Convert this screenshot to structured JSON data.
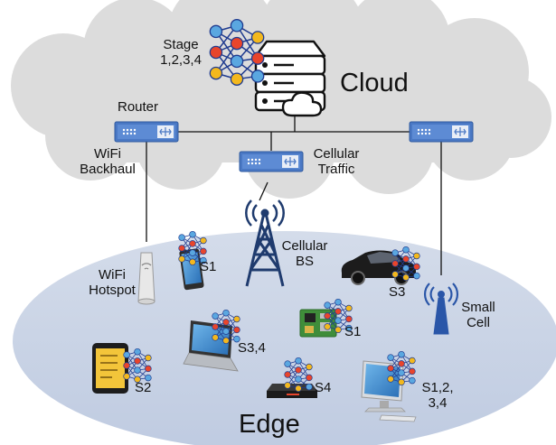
{
  "cloud_label": "Cloud",
  "edge_label": "Edge",
  "stage_label": [
    "Stage",
    "1,2,3,4"
  ],
  "router_label": "Router",
  "wifi_backhaul_label": [
    "WiFi",
    "Backhaul"
  ],
  "cellular_traffic_label": [
    "Cellular",
    "Traffic"
  ],
  "cellular_bs_label": [
    "Cellular",
    "BS"
  ],
  "wifi_hotspot_label": [
    "WiFi",
    "Hotspot"
  ],
  "small_cell_label": [
    "Small",
    "Cell"
  ],
  "device_labels": {
    "phone": "S1",
    "car": "S3",
    "raspberry_pi": "S1",
    "laptop": "S3,4",
    "tablet": "S2",
    "set_top_box": "S4",
    "desktop": [
      "S1,2,",
      "3,4"
    ]
  },
  "colors": {
    "cloud_fill": "#dcdcdc",
    "edge_fill": "#c9d4e6",
    "router_blue": "#4a78c4",
    "node_blue": "#5aa7e0",
    "node_red": "#e8452c",
    "node_yellow": "#f3b81e",
    "tower_navy": "#1f3b6e"
  },
  "icons": [
    "server-icon",
    "router-icon",
    "cell-tower-icon",
    "wifi-hotspot-icon",
    "small-cell-icon",
    "phone-icon",
    "car-icon",
    "raspberry-pi-icon",
    "laptop-icon",
    "tablet-icon",
    "set-top-box-icon",
    "desktop-icon",
    "neural-network-icon"
  ]
}
